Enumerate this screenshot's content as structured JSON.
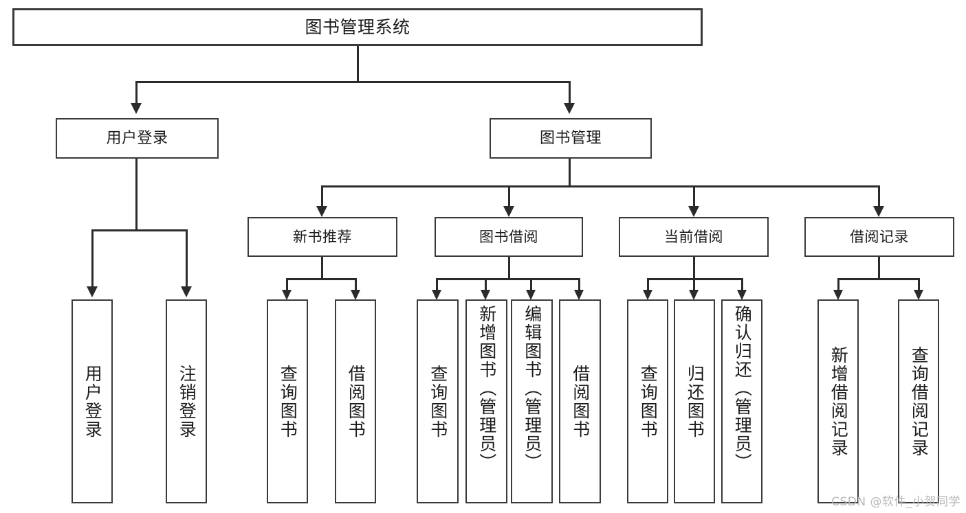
{
  "diagram": {
    "type": "tree",
    "root": {
      "label": "图书管理系统"
    },
    "level2": [
      {
        "label": "用户登录"
      },
      {
        "label": "图书管理"
      }
    ],
    "level3": [
      {
        "label": "新书推荐"
      },
      {
        "label": "图书借阅"
      },
      {
        "label": "当前借阅"
      },
      {
        "label": "借阅记录"
      }
    ],
    "leaves": {
      "user_login": [
        {
          "label": "用户登录"
        },
        {
          "label": "注销登录"
        }
      ],
      "new_book": [
        {
          "label": "查询图书"
        },
        {
          "label": "借阅图书"
        }
      ],
      "book_borrow": [
        {
          "label": "查询图书"
        },
        {
          "label": "新增图书（管理员）"
        },
        {
          "label": "编辑图书（管理员）"
        },
        {
          "label": "借阅图书"
        }
      ],
      "current_borrow": [
        {
          "label": "查询图书"
        },
        {
          "label": "归还图书"
        },
        {
          "label": "确认归还（管理员）"
        }
      ],
      "borrow_record": [
        {
          "label": "新增借阅记录"
        },
        {
          "label": "查询借阅记录"
        }
      ]
    }
  },
  "watermark": {
    "text": "CSDN @软件_小贺同学"
  },
  "colors": {
    "border": "#3a3a3a",
    "line": "#2b2b2b",
    "background": "#ffffff",
    "text": "#1b1b1b",
    "watermark": "#b8b8b8"
  }
}
